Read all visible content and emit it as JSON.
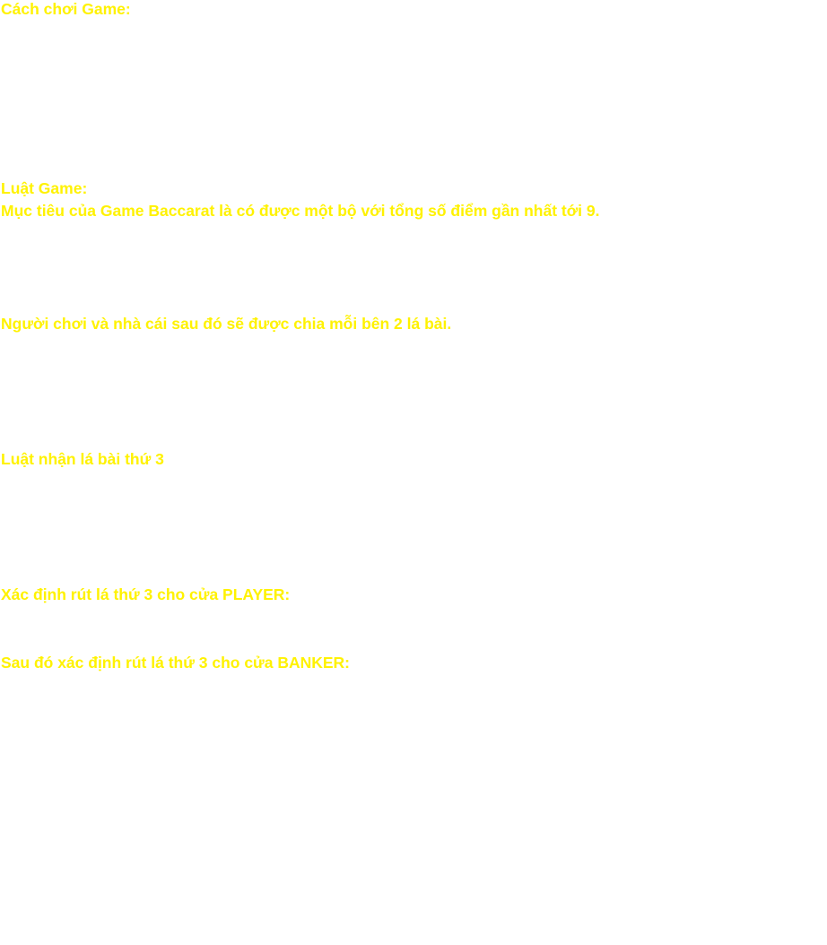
{
  "colors": {
    "text": "#fff200",
    "background": "#ffffff"
  },
  "content": {
    "how_to_play_heading": "Cách chơi Game:",
    "rules_heading": "Luật Game:",
    "objective": "Mục tiêu của Game Baccarat là có được một bộ với tổng số điểm gần nhất tới 9.",
    "deal": "Người chơi và nhà cái sau đó sẽ được chia mỗi bên 2 lá bài.",
    "third_card_heading": "Luật nhận lá bài thứ 3",
    "player_third_card": "Xác định rút lá thứ 3 cho cửa PLAYER:",
    "banker_third_card": "Sau đó xác định rút lá thứ 3 cho cửa BANKER:"
  }
}
